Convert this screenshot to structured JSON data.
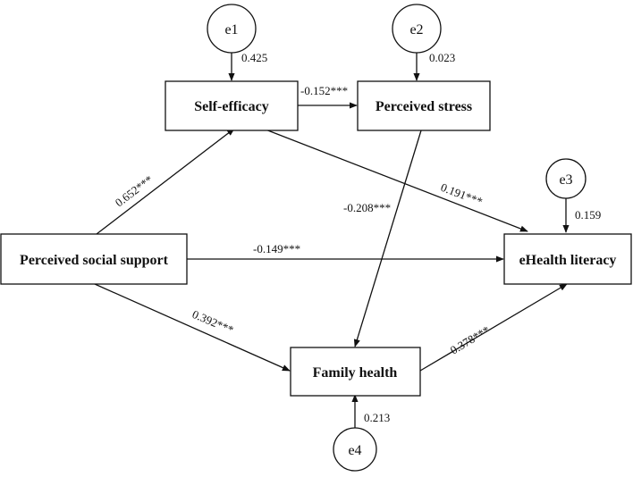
{
  "nodes": {
    "self_efficacy": "Self-efficacy",
    "perceived_stress": "Perceived stress",
    "perceived_social_support": "Perceived social support",
    "ehealth_literacy": "eHealth literacy",
    "family_health": "Family health"
  },
  "errors": {
    "e1": "e1",
    "e2": "e2",
    "e3": "e3",
    "e4": "e4"
  },
  "paths": {
    "se_to_ps": "-0.152***",
    "pss_to_se": "0.652***",
    "se_to_ehl": "0.191***",
    "ps_to_fh": "-0.208***",
    "pss_to_ehl": "-0.149***",
    "pss_to_fh": "0.392***",
    "fh_to_ehl": "0.378***"
  },
  "error_values": {
    "e1": "0.425",
    "e2": "0.023",
    "e3": "0.159",
    "e4": "0.213"
  }
}
